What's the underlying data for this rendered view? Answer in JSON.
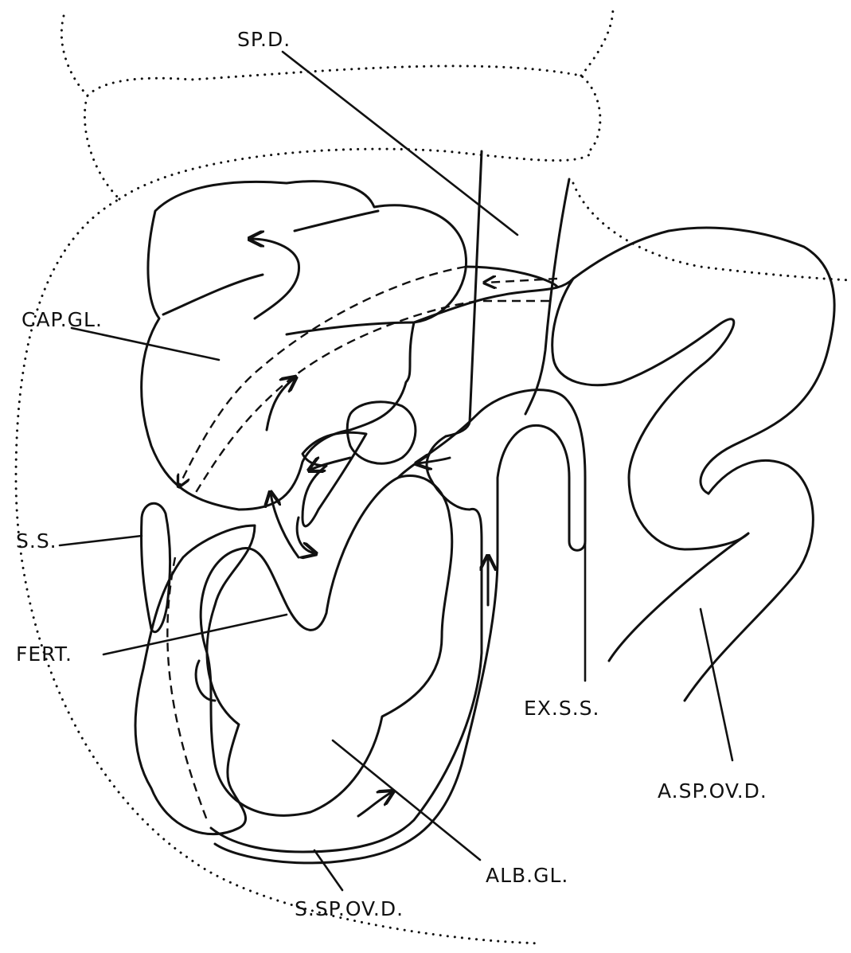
{
  "labels": {
    "sp_d": "SP.D.",
    "cap_gl": "CAP.GL.",
    "s_s": "S.S.",
    "fert": "FERT.",
    "ex_s_s": "EX.S.S.",
    "a_sp_ov_d": "A.SP.OV.D.",
    "alb_gl": "ALB.GL.",
    "s_sp_ov_d": "S.SP.OV.D."
  },
  "style": {
    "ink": "#111111",
    "paper": "#ffffff"
  }
}
